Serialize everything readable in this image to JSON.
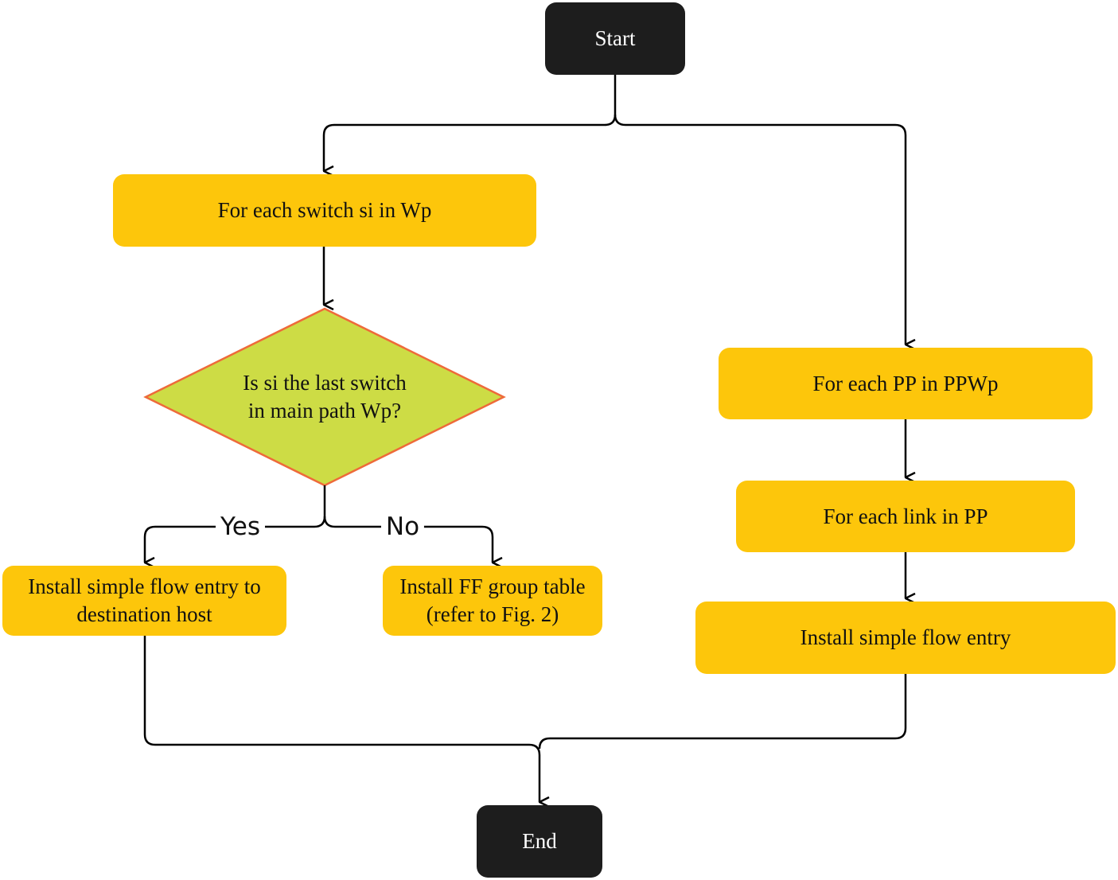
{
  "nodes": {
    "start": "Start",
    "for_each_switch": "For each switch si in Wp",
    "decision": "Is si the last switch in main path Wp?",
    "install_simple_flow_dest": "Install simple flow entry to destination host",
    "install_ff_group": "Install FF group table (refer to Fig. 2)",
    "for_each_pp": "For each PP in PPWp",
    "for_each_link": "For each link in PP",
    "install_simple_flow": "Install simple flow entry",
    "end": "End"
  },
  "edge_labels": {
    "yes": "Yes",
    "no": "No"
  },
  "colors": {
    "terminal": "#1d1d1d",
    "process": "#fdc60b",
    "decision_fill": "#cddc45",
    "decision_border": "#ee6a3a",
    "connector": "#000000"
  }
}
